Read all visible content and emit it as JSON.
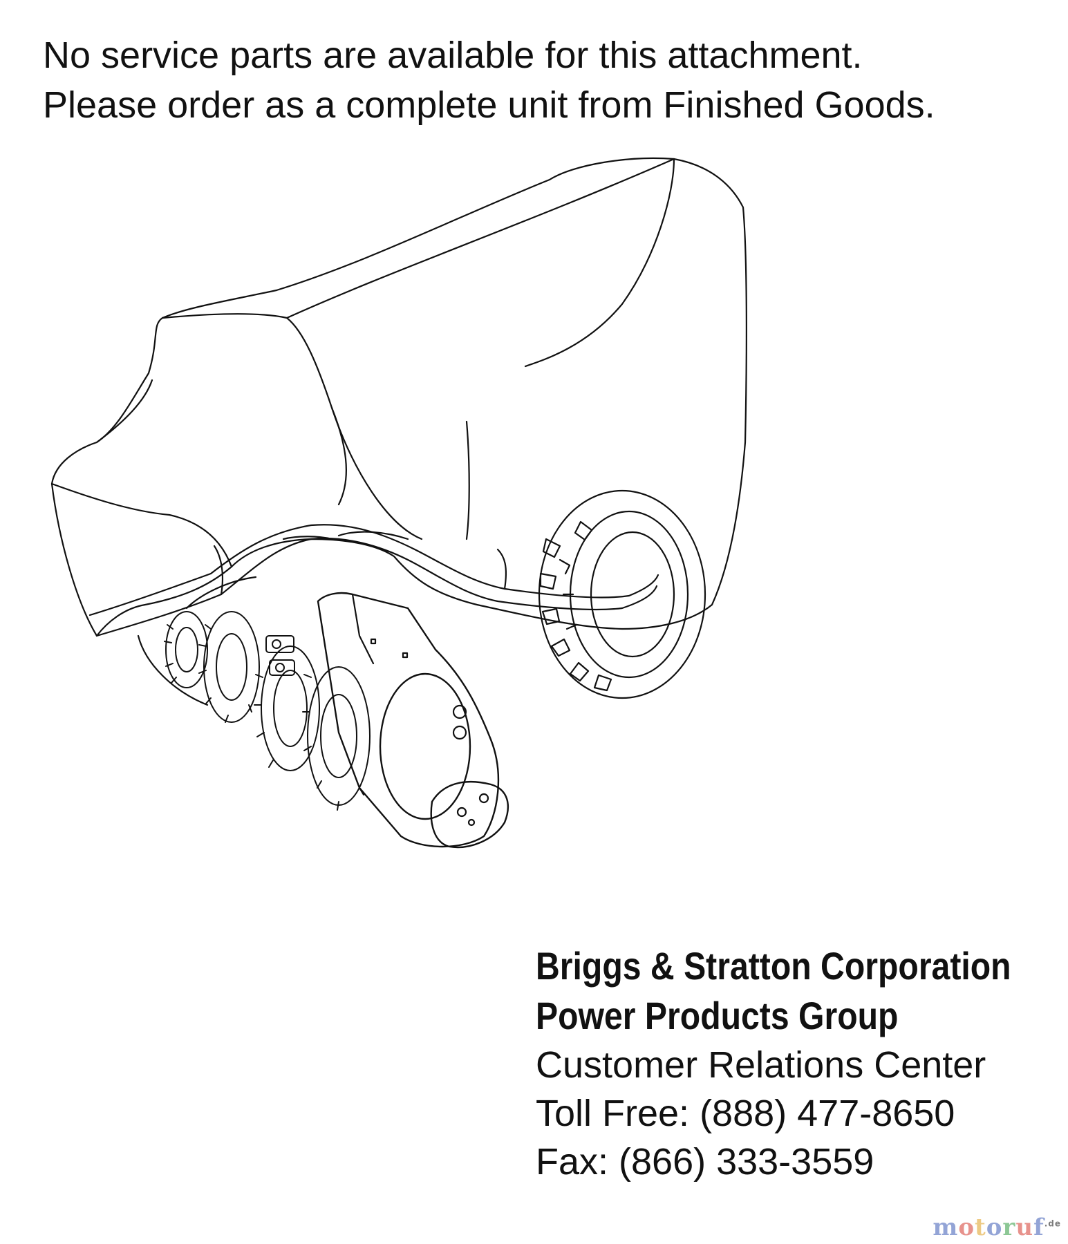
{
  "notice": {
    "line1": "No service parts are available for this attachment.",
    "line2": "Please order as a complete unit from Finished Goods."
  },
  "illustration": {
    "icon": "covered-snow-thrower-drawing"
  },
  "contact": {
    "company": "Briggs & Stratton Corporation",
    "group": "Power Products Group",
    "center": "Customer Relations Center",
    "toll_free": "Toll Free: (888) 477-8650",
    "fax": "Fax: (866) 333-3559"
  },
  "watermark": {
    "text": "motoruf",
    "suffix": ".de",
    "colors": [
      "#3b5bb5",
      "#d43a2f",
      "#e0a020",
      "#3b5bb5",
      "#2f9a3f",
      "#d43a2f",
      "#3b5bb5"
    ]
  }
}
